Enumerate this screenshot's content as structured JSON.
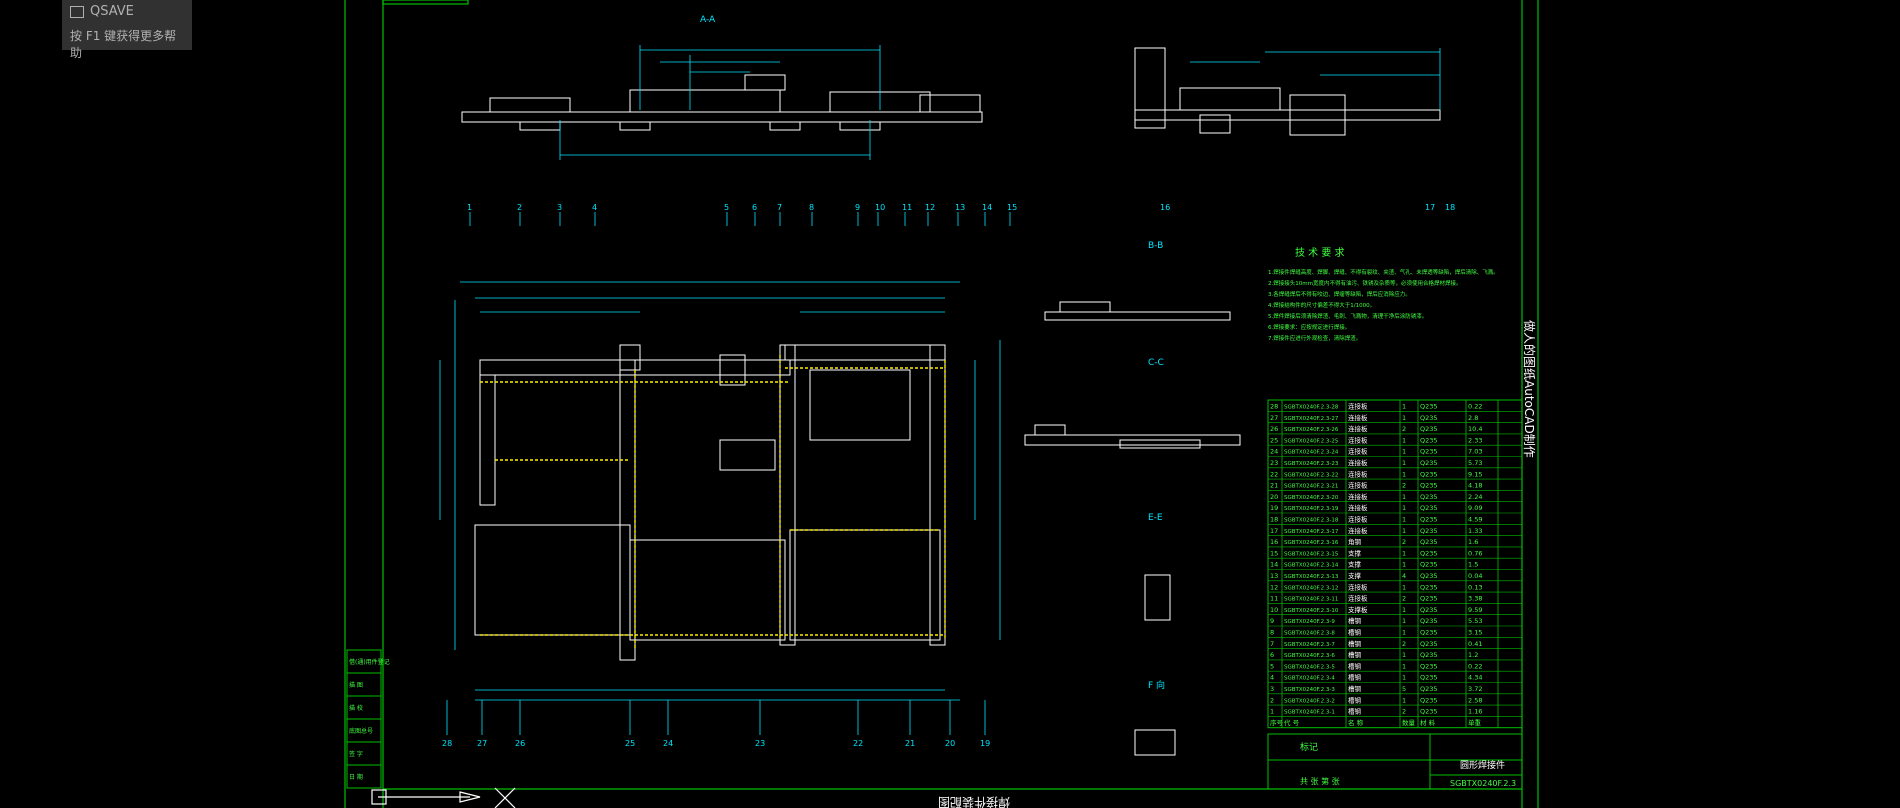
{
  "toast": {
    "title": "QSAVE",
    "hint": "按 F1 键获得更多帮助"
  },
  "sections": {
    "a_a": "A-A",
    "b_b": "B-B",
    "c_c": "C-C",
    "e_e": "E-E",
    "f_dir": "F 向",
    "side_title": "做人的图纸AutoCAD制作"
  },
  "tech_req": {
    "title": "技 术 要 求",
    "lines": [
      "1.焊接件焊缝高度、焊脚、焊缝、不得有裂纹、夹渣、气孔、未焊透等缺陷，焊后清除、飞溅。",
      "2.焊接接头10mm宽度内不得有油污、铁锈及杂质等，必须使用合格焊材焊接。",
      "3.各焊缝焊后不得有咬边、焊瘤等缺陷，焊后应消除应力。",
      "4.焊接结构件的尺寸偏差不得大于1/1000。",
      "5.焊件焊接后须清除焊渣、毛刺、飞溅物，清理干净后涂防锈漆。",
      "6.焊接要求：应按规定进行焊接。",
      "7.焊接件应进行外观检查，清除焊渣。"
    ]
  },
  "title_block": {
    "label_left": "标记",
    "drawing_no": "SGBTX0240F.2.3",
    "name": "圆形焊接件",
    "scale_label": "共 张 第 张"
  },
  "bottom_caption": "焊接件装配图",
  "left_stamps": [
    "借(通)用件登记",
    "描 图",
    "描 校",
    "底图总号",
    "签 字",
    "日 期"
  ],
  "balloons_top": [
    "1",
    "2",
    "3",
    "4",
    "5",
    "6",
    "7",
    "8",
    "9",
    "10",
    "11",
    "12",
    "13",
    "14",
    "15"
  ],
  "balloons_bottom": [
    "28",
    "27",
    "26",
    "25",
    "24",
    "23",
    "22",
    "21",
    "20",
    "19"
  ],
  "balloons_right_view": [
    "16",
    "17",
    "18"
  ],
  "bom_rows": [
    [
      "28",
      "SGBTX0240F.2.3-28",
      "连接板",
      "1",
      "Q235",
      "0.22"
    ],
    [
      "27",
      "SGBTX0240F.2.3-27",
      "连接板",
      "1",
      "Q235",
      "2.8"
    ],
    [
      "26",
      "SGBTX0240F.2.3-26",
      "连接板",
      "2",
      "Q235",
      "10.4"
    ],
    [
      "25",
      "SGBTX0240F.2.3-25",
      "连接板",
      "1",
      "Q235",
      "2.33"
    ],
    [
      "24",
      "SGBTX0240F.2.3-24",
      "连接板",
      "1",
      "Q235",
      "7.03"
    ],
    [
      "23",
      "SGBTX0240F.2.3-23",
      "连接板",
      "1",
      "Q235",
      "5.73"
    ],
    [
      "22",
      "SGBTX0240F.2.3-22",
      "连接板",
      "1",
      "Q235",
      "9.15"
    ],
    [
      "21",
      "SGBTX0240F.2.3-21",
      "连接板",
      "2",
      "Q235",
      "4.18"
    ],
    [
      "20",
      "SGBTX0240F.2.3-20",
      "连接板",
      "1",
      "Q235",
      "2.24"
    ],
    [
      "19",
      "SGBTX0240F.2.3-19",
      "连接板",
      "1",
      "Q235",
      "9.09"
    ],
    [
      "18",
      "SGBTX0240F.2.3-18",
      "连接板",
      "1",
      "Q235",
      "4.59"
    ],
    [
      "17",
      "SGBTX0240F.2.3-17",
      "连接板",
      "1",
      "Q235",
      "1.33"
    ],
    [
      "16",
      "SGBTX0240F.2.3-16",
      "角钢",
      "2",
      "Q235",
      "1.6"
    ],
    [
      "15",
      "SGBTX0240F.2.3-15",
      "支撑",
      "1",
      "Q235",
      "0.76"
    ],
    [
      "14",
      "SGBTX0240F.2.3-14",
      "支撑",
      "1",
      "Q235",
      "1.5"
    ],
    [
      "13",
      "SGBTX0240F.2.3-13",
      "支撑",
      "4",
      "Q235",
      "0.04"
    ],
    [
      "12",
      "SGBTX0240F.2.3-12",
      "连接板",
      "1",
      "Q235",
      "0.13"
    ],
    [
      "11",
      "SGBTX0240F.2.3-11",
      "连接板",
      "2",
      "Q235",
      "3.38"
    ],
    [
      "10",
      "SGBTX0240F.2.3-10",
      "支撑板",
      "1",
      "Q235",
      "9.59"
    ],
    [
      "9",
      "SGBTX0240F.2.3-9",
      "槽钢",
      "1",
      "Q235",
      "5.53"
    ],
    [
      "8",
      "SGBTX0240F.2.3-8",
      "槽钢",
      "1",
      "Q235",
      "3.15"
    ],
    [
      "7",
      "SGBTX0240F.2.3-7",
      "槽钢",
      "2",
      "Q235",
      "0.41"
    ],
    [
      "6",
      "SGBTX0240F.2.3-6",
      "槽钢",
      "1",
      "Q235",
      "1.2"
    ],
    [
      "5",
      "SGBTX0240F.2.3-5",
      "槽钢",
      "1",
      "Q235",
      "0.22"
    ],
    [
      "4",
      "SGBTX0240F.2.3-4",
      "槽钢",
      "1",
      "Q235",
      "4.34"
    ],
    [
      "3",
      "SGBTX0240F.2.3-3",
      "槽钢",
      "5",
      "Q235",
      "3.72"
    ],
    [
      "2",
      "SGBTX0240F.2.3-2",
      "槽钢",
      "1",
      "Q235",
      "2.58"
    ],
    [
      "1",
      "SGBTX0240F.2.3-1",
      "槽钢",
      "2",
      "Q235",
      "1.16"
    ]
  ],
  "bom_header": [
    "序号",
    "代 号",
    "名 称",
    "数量",
    "材 料",
    "单重"
  ],
  "colors": {
    "background": "#000000",
    "frame": "#00c000",
    "lines_cyan": "#00e5ff",
    "lines_white": "#ffffff",
    "hatch_yellow": "#ffee00",
    "red_text": "#ff3030",
    "magenta": "#ff00ff",
    "text_green": "#40ff40"
  }
}
